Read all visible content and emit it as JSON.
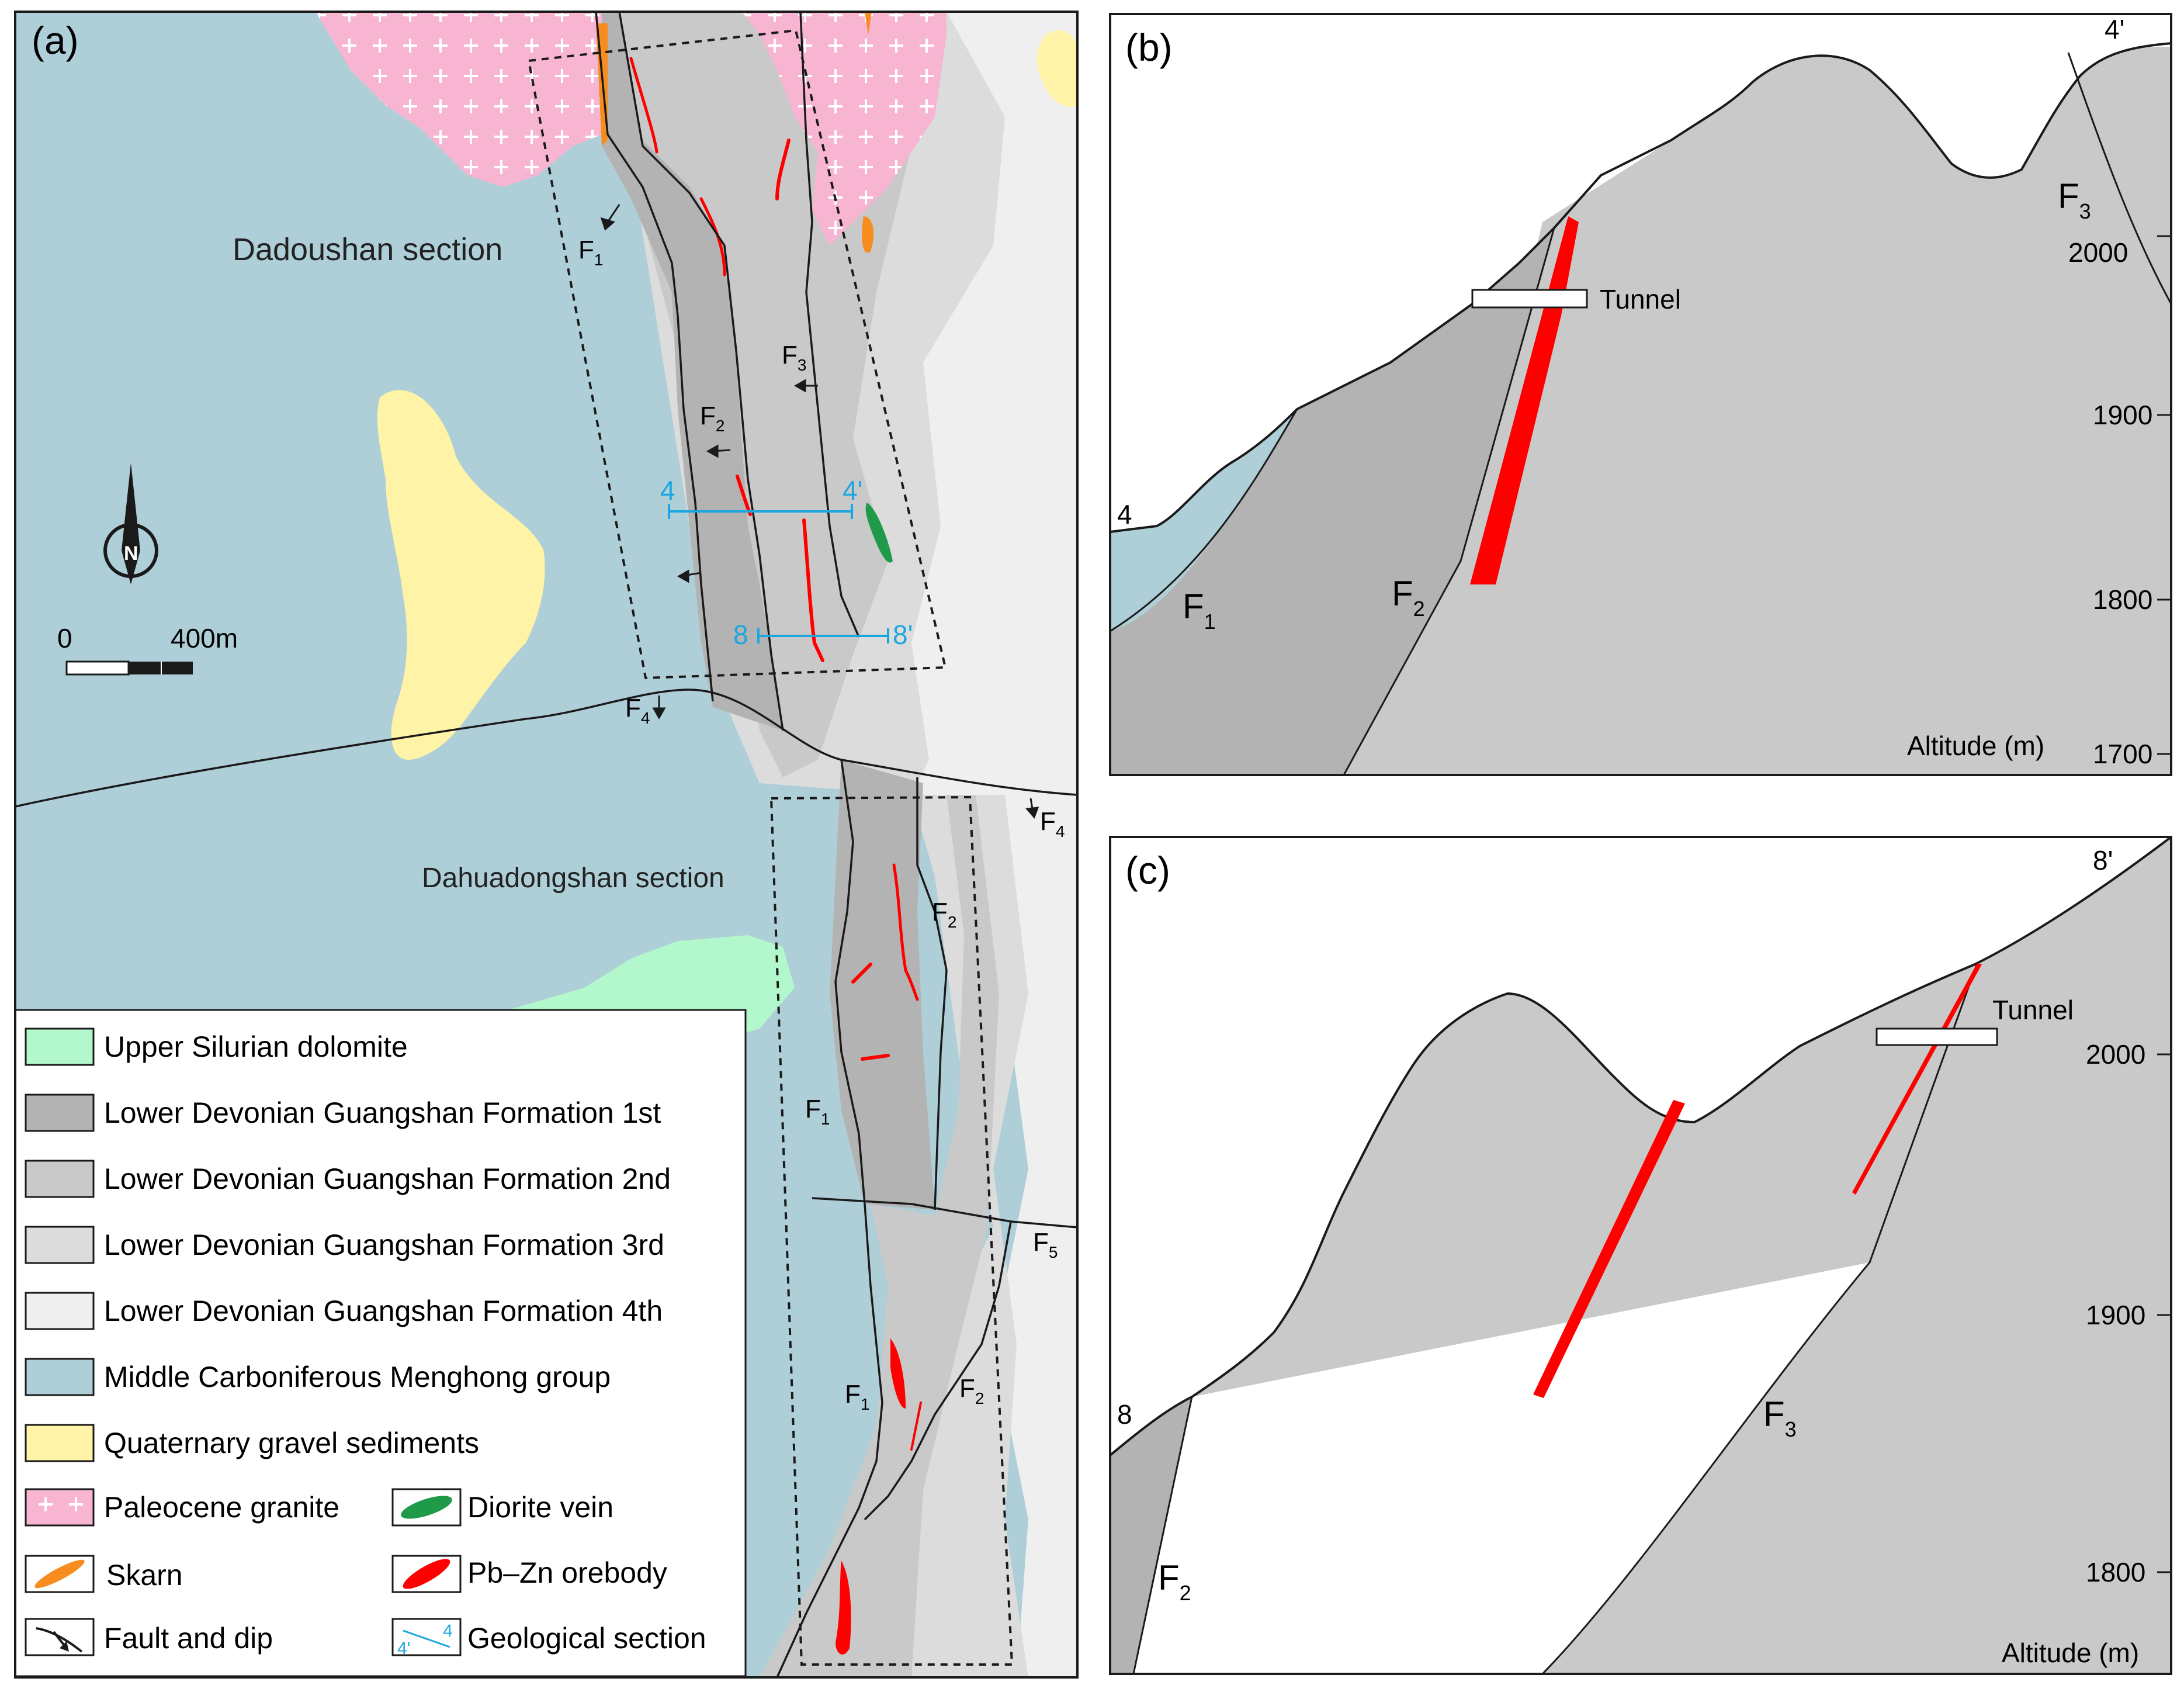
{
  "panels": {
    "a": {
      "label": "(a)",
      "sections": {
        "dadoushan": "Dadoushan section",
        "dahuadongshan": "Dahuadongshan section"
      },
      "faults": {
        "f1": "F",
        "f2": "F",
        "f3": "F",
        "f4": "F",
        "f5": "F"
      },
      "fault_subs": {
        "f1": "1",
        "f2": "2",
        "f3": "3",
        "f4": "4",
        "f5": "5"
      },
      "section_lines": {
        "s4": "4",
        "s4p": "4'",
        "s8": "8",
        "s8p": "8'"
      },
      "scale": {
        "zero": "0",
        "max": "400m"
      },
      "north": "N"
    },
    "b": {
      "label": "(b)",
      "end_left": "4",
      "end_right": "4'",
      "tunnel": "Tunnel",
      "faults": {
        "f1": "F",
        "f2": "F",
        "f3": "F"
      },
      "fault_subs": {
        "f1": "1",
        "f2": "2",
        "f3": "3"
      },
      "altitude_label": "Altitude (m)",
      "ticks": [
        "2000",
        "1900",
        "1800",
        "1700"
      ]
    },
    "c": {
      "label": "(c)",
      "end_left": "8",
      "end_right": "8'",
      "tunnel": "Tunnel",
      "faults": {
        "f2": "F",
        "f3": "F"
      },
      "fault_subs": {
        "f2": "2",
        "f3": "3"
      },
      "altitude_label": "Altitude (m)",
      "ticks": [
        "2000",
        "1900",
        "1800"
      ]
    }
  },
  "legend": [
    {
      "label": "Upper Silurian dolomite",
      "color": "#b3f7cc"
    },
    {
      "label": "Lower Devonian Guangshan Formation 1st",
      "color": "#b3b3b3"
    },
    {
      "label": "Lower Devonian Guangshan Formation 2nd",
      "color": "#c9c9c9"
    },
    {
      "label": "Lower Devonian Guangshan Formation 3rd",
      "color": "#dcdcdc"
    },
    {
      "label": "Lower Devonian Guangshan Formation 4th",
      "color": "#efefef"
    },
    {
      "label": "Middle Carboniferous Menghong group",
      "color": "#aecfd8"
    },
    {
      "label": "Quaternary gravel sediments",
      "color": "#fef3a6"
    }
  ],
  "legend_pairs": [
    {
      "left": "Paleocene granite",
      "right": "Diorite  vein"
    },
    {
      "left": "Skarn",
      "right": "Pb–Zn orebody"
    },
    {
      "left": "Fault and dip",
      "right": "Geological  section"
    }
  ],
  "colors": {
    "menghong": "#aecfd8",
    "f1st": "#b3b3b3",
    "f2nd": "#c9c9c9",
    "f3rd": "#dcdcdc",
    "f4th": "#efefef",
    "granite": "#f7b5d2",
    "gravel": "#fef3a6",
    "dolomite": "#b3f7cc",
    "ore": "#ff0000",
    "skarn": "#f78d1e",
    "diorite": "#1e9a48",
    "section_blue": "#1ba6e0"
  }
}
